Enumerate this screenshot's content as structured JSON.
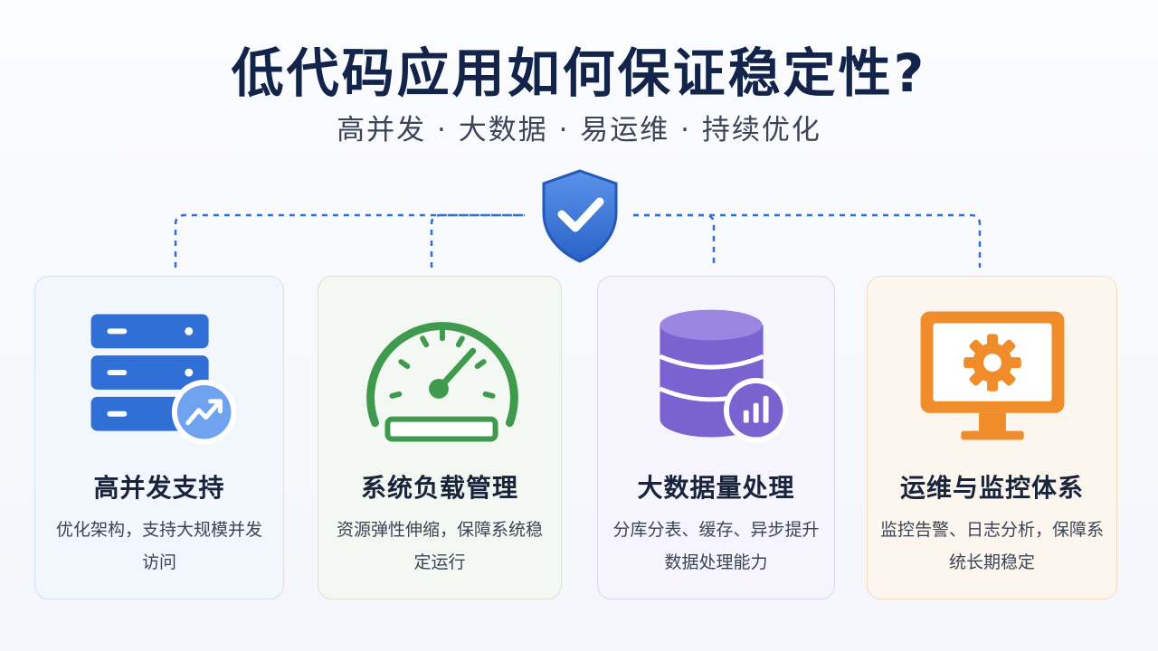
{
  "title": "低代码应用如何保证稳定性?",
  "subtitle": "高并发 · 大数据 · 易运维 · 持续优化",
  "colors": {
    "blue": "#2f6fd6",
    "green": "#3f9a4e",
    "purple": "#7a62d0",
    "orange": "#f08c2a",
    "connector": "#2f6fd6"
  },
  "center_icon": "shield-check-icon",
  "cards": [
    {
      "icon": "server-growth-icon",
      "title": "高并发支持",
      "desc": "优化架构，支持大规模并发访问"
    },
    {
      "icon": "gauge-icon",
      "title": "系统负载管理",
      "desc": "资源弹性伸缩，保障系统稳定运行"
    },
    {
      "icon": "database-chart-icon",
      "title": "大数据量处理",
      "desc": "分库分表、缓存、异步提升数据处理能力"
    },
    {
      "icon": "monitor-gear-icon",
      "title": "运维与监控体系",
      "desc": "监控告警、日志分析，保障系统长期稳定"
    }
  ]
}
